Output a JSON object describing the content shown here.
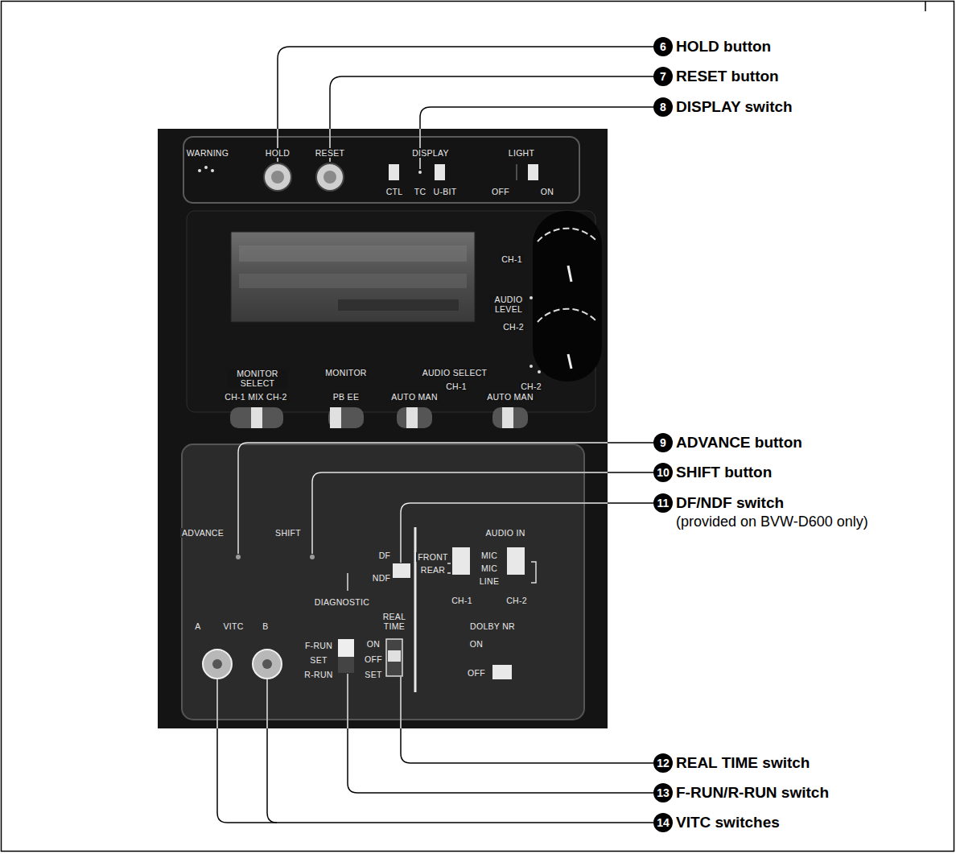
{
  "diagram": {
    "nodes": [
      {
        "text": [
          "6",
          "HOLD button"
        ]
      },
      {
        "text": [
          "7",
          "RESET button"
        ]
      },
      {
        "text": [
          "8",
          "DISPLAY switch"
        ]
      },
      {
        "text": [
          "9",
          "ADVANCE button"
        ]
      },
      {
        "text": [
          "10",
          "SHIFT button"
        ]
      },
      {
        "text": [
          "11",
          "DF/NDF switch",
          "(provided on BVW-D600 only)"
        ]
      },
      {
        "text": [
          "12",
          "REAL TIME switch"
        ]
      },
      {
        "text": [
          "13",
          "F-RUN/R-RUN switch"
        ]
      },
      {
        "text": [
          "14",
          "VITC switches"
        ]
      }
    ],
    "labels": [
      "WARNING",
      "HOLD",
      "RESET",
      "DISPLAY",
      "LIGHT",
      "CTL",
      "TC",
      "U-BIT",
      "OFF",
      "ON",
      "CH-1",
      "AUDIO LEVEL",
      "CH-2",
      "MONITOR SELECT",
      "MONITOR",
      "AUDIO SELECT",
      "CH-1",
      "CH-2",
      "CH-1 MIX CH-2",
      "PB EE",
      "AUTO MAN",
      "AUTO MAN",
      "ADVANCE",
      "SHIFT",
      "DF",
      "NDF",
      "DIAGNOSTIC",
      "AUDIO IN",
      "FRONT",
      "REAR",
      "MIC",
      "MIC",
      "LINE",
      "CH-1",
      "CH-2",
      "DOLBY NR",
      "ON",
      "OFF",
      "A",
      "VITC",
      "B",
      "F-RUN",
      "SET",
      "R-RUN",
      "REAL TIME",
      "ON",
      "OFF",
      "SET"
    ]
  }
}
